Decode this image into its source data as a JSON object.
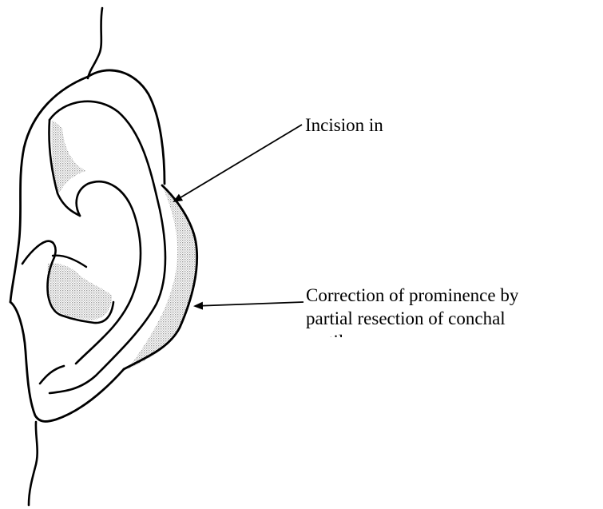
{
  "annotations": {
    "incision": "Incision in",
    "correction": [
      "Correction of prominence by",
      "partial resection of conchal",
      "cartilage"
    ]
  },
  "colors": {
    "line": "#000000",
    "shade": "#c8c8c8",
    "background": "#ffffff"
  }
}
